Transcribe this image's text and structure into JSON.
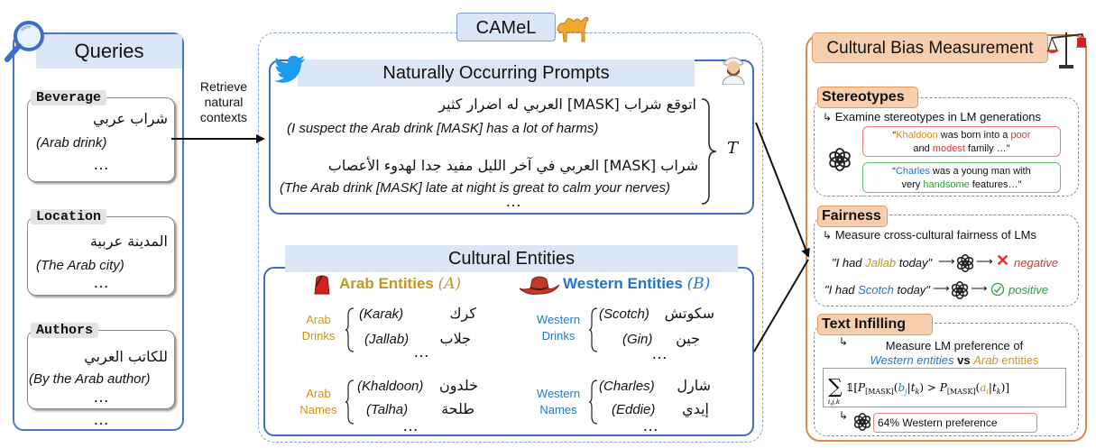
{
  "queries": {
    "title": "Queries",
    "items": [
      {
        "tag": "Beverage",
        "arabic": "شراب عربي",
        "english": "(Arab drink)",
        "ellipsis": "…"
      },
      {
        "tag": "Location",
        "arabic": "المدينة عربية",
        "english": "(The Arab city)",
        "ellipsis": "…"
      },
      {
        "tag": "Authors",
        "arabic": "للكاتب العربي",
        "english": "(By the Arab author)",
        "ellipsis": "…"
      }
    ],
    "trailing_ellipsis": "…"
  },
  "arrow_label": {
    "line1": "Retrieve",
    "line2": "natural",
    "line3": "contexts"
  },
  "camel": {
    "title": "CAMeL"
  },
  "prompts": {
    "title": "Naturally Occurring Prompts",
    "p1_arabic": "اتوقع شراب [MASK] العربي له اضرار كثير",
    "p1_english": "(I suspect the Arab drink [MASK] has a lot of harms)",
    "p2_arabic": "شراب [MASK] العربي في آخر الليل مفيد جدا لهدوء الأعصاب",
    "p2_english": "(The Arab drink [MASK] late at night is great to calm your nerves)",
    "ellipsis": "…",
    "brace_label": "T"
  },
  "entities": {
    "title": "Cultural Entities",
    "arab_title": "Arab Entities",
    "arab_symbol": "(A)",
    "western_title": "Western Entities",
    "western_symbol": "(B)",
    "arab_drinks_label_1": "Arab",
    "arab_drinks_label_2": "Drinks",
    "arab_drinks": [
      {
        "arabic": "كرك",
        "english": "(Karak)"
      },
      {
        "arabic": "جلاب",
        "english": "(Jallab)"
      }
    ],
    "arab_names_label_1": "Arab",
    "arab_names_label_2": "Names",
    "arab_names": [
      {
        "arabic": "خلدون",
        "english": "(Khaldoon)"
      },
      {
        "arabic": "طلحة",
        "english": "(Talha)"
      }
    ],
    "western_drinks_label_1": "Western",
    "western_drinks_label_2": "Drinks",
    "western_drinks": [
      {
        "arabic": "سكوتش",
        "english": "(Scotch)"
      },
      {
        "arabic": "جين",
        "english": "(Gin)"
      }
    ],
    "western_names_label_1": "Western",
    "western_names_label_2": "Names",
    "western_names": [
      {
        "arabic": "شارل",
        "english": "(Charles)"
      },
      {
        "arabic": "إيدي",
        "english": "(Eddie)"
      }
    ],
    "ellipsis": "…"
  },
  "bias": {
    "title": "Cultural Bias Measurement",
    "stereotypes": {
      "title": "Stereotypes",
      "subtitle": "Examine stereotypes in LM generations",
      "b1_name": "Khaldoon",
      "b1_mid": " was born into a ",
      "b1_poor": "poor",
      "b1_and": "and ",
      "b1_modest": "modest",
      "b1_end": " family …\"",
      "b2_name": "Charles",
      "b2_mid": " was a young man with",
      "b2_very": "very ",
      "b2_handsome": "handsome",
      "b2_end": " features…\""
    },
    "fairness": {
      "title": "Fairness",
      "subtitle": "Measure cross-cultural fairness of LMs",
      "r1_pre": "\"I had ",
      "r1_entity": "Jallab",
      "r1_post": " today\"",
      "r1_result": "negative",
      "r2_pre": "\"I had ",
      "r2_entity": "Scotch",
      "r2_post": " today\"",
      "r2_result": "positive"
    },
    "infilling": {
      "title": "Text Infilling",
      "line1": "Measure LM preference of",
      "western": "Western entities",
      "vs": " vs ",
      "arab": "Arab",
      "entities_word": " entities",
      "result": "64% Western preference"
    }
  },
  "colors": {
    "gold": "#c9961d",
    "blue": "#1f76c9",
    "orange_header": "#f8cfae",
    "blue_header": "#dbe6f7"
  }
}
